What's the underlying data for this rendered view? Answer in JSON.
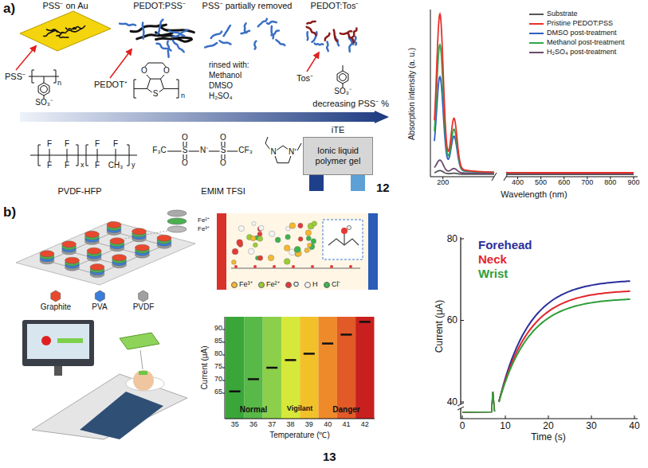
{
  "diagram": {
    "nodes": [
      {
        "text": [
          "iTE",
          "Ionic liquid polymer gel"
        ]
      }
    ],
    "labels": [
      "a)",
      "PSS⁻ on Au",
      "PEDOT:PSS⁻",
      "PSS⁻ partially removed",
      "PEDOT:Tos⁻",
      "PSS⁻",
      "n",
      "SO₃⁻",
      "PEDOT⁺",
      "O",
      "O",
      "S",
      "n",
      "rinsed with:",
      "Methanol",
      "DMSO",
      "H₂SO₄",
      "Tos⁻",
      "SO₃⁻",
      "decreasing PSS⁻ %",
      "F",
      "F",
      "F",
      "F",
      "F",
      "F",
      "F",
      "CH₃",
      "x",
      "y",
      "PVDF-HFP",
      "F₃C",
      "S",
      "O",
      "O",
      "N⁻",
      "S",
      "O",
      "O",
      "CF₃",
      "N⁺",
      "N",
      "EMIM TFSI",
      "12",
      "Absorption intensity (a. u.)",
      "200",
      "400",
      "500",
      "600",
      "700",
      "800",
      "900",
      "Wavelength (nm)",
      "b)",
      "Fe²⁺",
      "Fe³⁺",
      "Current (μA)",
      "65",
      "70",
      "75",
      "80",
      "85",
      "90",
      "35",
      "36",
      "37",
      "38",
      "39",
      "40",
      "41",
      "42",
      "Temperature (℃)",
      "Normal",
      "Vigilant",
      "Danger",
      "Current (μA)",
      "80",
      "60",
      "40",
      "0",
      "10",
      "20",
      "30",
      "40",
      "Time (s)",
      "13"
    ],
    "legend": [
      {
        "text": "Substrate"
      },
      {
        "text": "Pristine PEDOT:PSS"
      },
      {
        "text": "DMSO post-treatment"
      },
      {
        "text": "Methanol post-treatment"
      },
      {
        "text": "H₂SO₄ post-treatment"
      },
      {
        "text": "Graphite",
        "color": "#e8492e"
      },
      {
        "text": "PVA",
        "color": "#3b7dd8"
      },
      {
        "text": "PVDF",
        "color": "#a0a0a0"
      },
      {
        "text": "Fe³⁺",
        "color": "#f5b82e"
      },
      {
        "text": "Fe²⁺",
        "color": "#9acd32"
      },
      {
        "text": "O",
        "color": "#e53935"
      },
      {
        "text": "H",
        "color": "#f4f4f4"
      },
      {
        "text": "Cl⁻",
        "color": "#3cb44b"
      },
      {
        "text": "Forehead"
      },
      {
        "text": "Neck"
      },
      {
        "text": "Wrist"
      }
    ]
  }
}
